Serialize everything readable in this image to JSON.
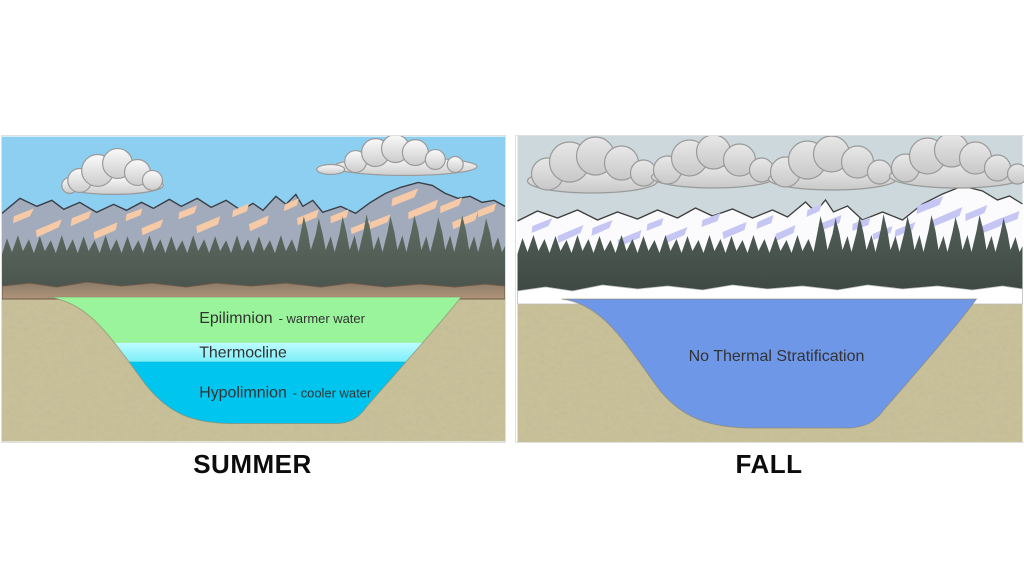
{
  "panels": {
    "summer": {
      "season_label": "SUMMER",
      "sky_color": "#8dcff0",
      "layers": [
        {
          "label": "Epilimnion",
          "sub_label": "- warmer water",
          "color": "#99f49b"
        },
        {
          "label": "Thermocline",
          "sub_label": "",
          "color": "#a4faff"
        },
        {
          "label": "Hypolimnion",
          "sub_label": "- cooler water",
          "color": "#00c6ef"
        }
      ]
    },
    "fall": {
      "season_label": "FALL",
      "sky_color": "#ccd8db",
      "lake_label": "No Thermal Stratification",
      "lake_color": "#6f97e8"
    }
  },
  "scene": {
    "ground_color": "#c9c199",
    "summer_mountain_color": "#a2abbb",
    "summer_mountain_highlight": "#f6c9a7",
    "summer_tree_color": "#55635c",
    "summer_shore_color": "#a38a70",
    "summer_cloud_color": "#e9e9e9",
    "fall_mountain_color": "#fbfbfd",
    "fall_mountain_highlight": "#c6c6f4",
    "fall_tree_color": "#49554f",
    "fall_snow_color": "#ffffff",
    "fall_cloud_color": "#dcdcdc"
  }
}
